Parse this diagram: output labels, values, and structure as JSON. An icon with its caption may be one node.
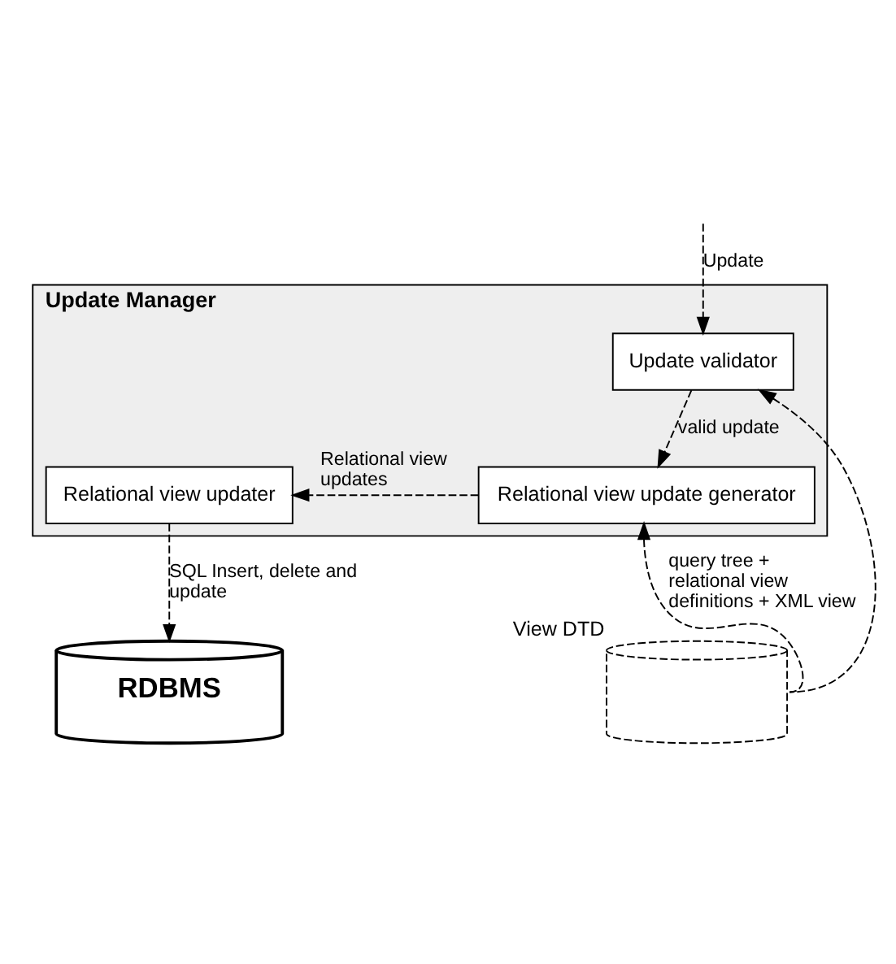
{
  "diagram": {
    "nodes": [
      {
        "text": [
          "Update Manager"
        ]
      },
      {
        "text": [
          "Update validator"
        ],
        "in": 0
      },
      {
        "text": [
          "Relational view update generator"
        ],
        "in": 0
      },
      {
        "text": [
          "Relational view updater"
        ],
        "in": 0
      },
      {
        "text": [],
        "shape": "cylinder",
        "beside": [
          "View DTD"
        ]
      },
      {
        "text": [
          "RDBMS"
        ]
      }
    ],
    "edges": [
      {
        "from": null,
        "to": 1,
        "arrow": "to",
        "label": "Update",
        "style": "dashed"
      },
      {
        "from": 1,
        "to": 2,
        "arrow": "to",
        "label": "valid update",
        "style": "dashed"
      },
      {
        "from": 2,
        "to": 3,
        "arrow": "to",
        "label": "Relational view updates",
        "style": "dashed"
      },
      {
        "from": 3,
        "to": 5,
        "arrow": "to",
        "label": "SQL Insert, delete and update",
        "style": "dashed"
      },
      {
        "from": 4,
        "to": 2,
        "arrow": "to",
        "label": "query tree + relational view definitions + XML view",
        "style": "dashed"
      },
      {
        "from": 4,
        "to": 1,
        "arrow": "to",
        "style": "dashed"
      }
    ]
  }
}
